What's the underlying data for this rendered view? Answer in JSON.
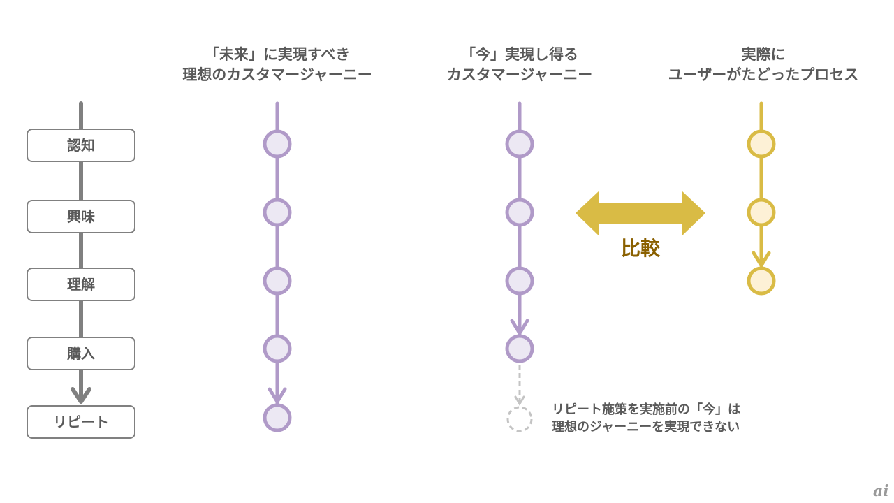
{
  "headers": {
    "ideal": [
      "「未来」に実現すべき",
      "理想のカスタマージャーニー"
    ],
    "now": [
      "「今」実現し得る",
      "カスタマージャーニー"
    ],
    "actual": [
      "実際に",
      "ユーザーがたどったプロセス"
    ]
  },
  "stages": [
    "認知",
    "興味",
    "理解",
    "購入",
    "リピート"
  ],
  "compare_label": "比較",
  "note": [
    "リピート施策を実施前の「今」は",
    "理想のジャーニーを実現できない"
  ],
  "logo": "ai",
  "colors": {
    "gray": "#808080",
    "purple": "#b09ac8",
    "purple_fill": "#ece8f3",
    "yellow": "#d9bb45",
    "yellow_fill": "#fdf1d6",
    "dashed": "#c4c4c4",
    "compare_text": "#8a6000"
  }
}
